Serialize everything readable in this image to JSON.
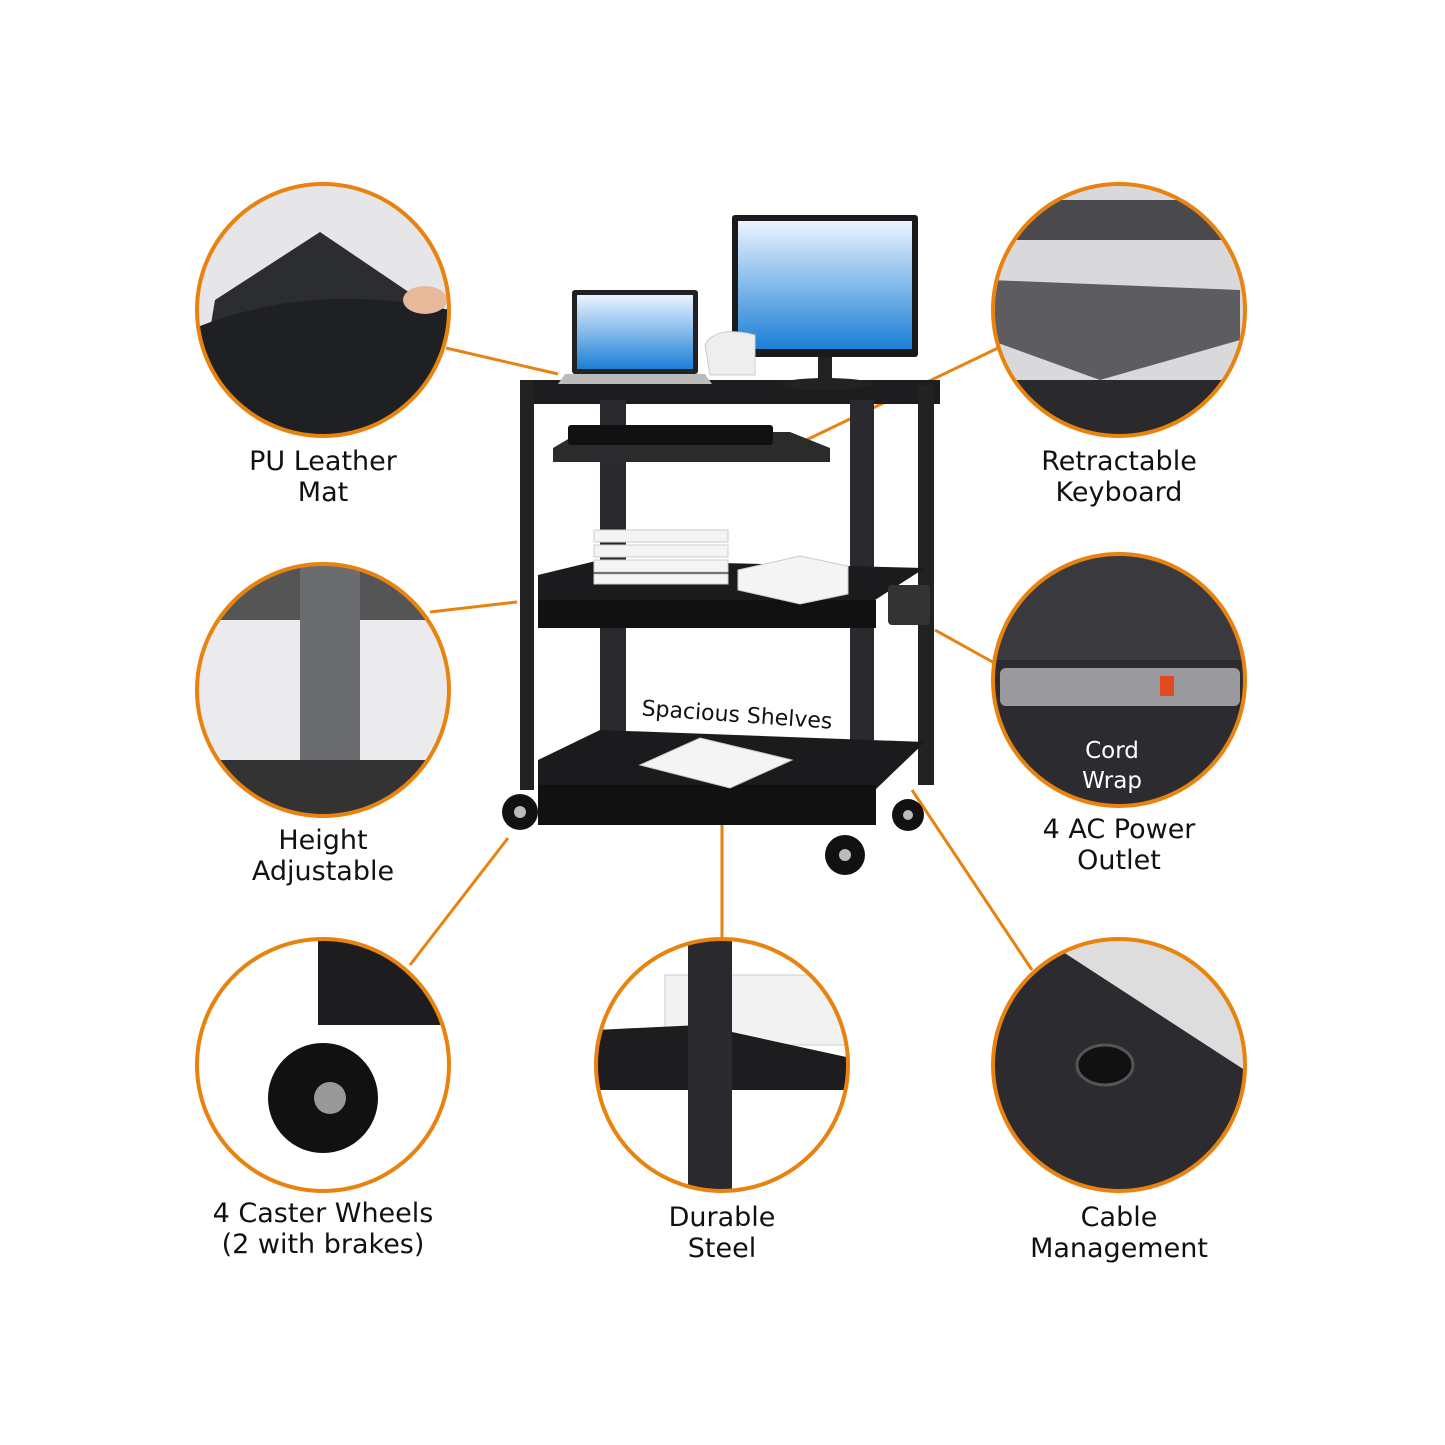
{
  "accent_color": "#E8830F",
  "product_label": "Spacious Shelves",
  "features": [
    {
      "icon": "leather-mat-icon",
      "lines": [
        "PU Leather",
        "Mat"
      ]
    },
    {
      "icon": "keyboard-tray-icon",
      "lines": [
        "Retractable",
        "Keyboard"
      ]
    },
    {
      "icon": "height-adjust-icon",
      "lines": [
        "Height",
        "Adjustable"
      ]
    },
    {
      "icon": "power-strip-icon",
      "inset": [
        "Cord",
        "Wrap"
      ],
      "lines": [
        "4 AC Power",
        "Outlet"
      ]
    },
    {
      "icon": "caster-wheel-icon",
      "lines": [
        "4 Caster Wheels",
        "(2 with brakes)"
      ]
    },
    {
      "icon": "steel-frame-icon",
      "lines": [
        "Durable",
        "Steel"
      ]
    },
    {
      "icon": "cable-grommet-icon",
      "lines": [
        "Cable",
        "Management"
      ]
    }
  ]
}
